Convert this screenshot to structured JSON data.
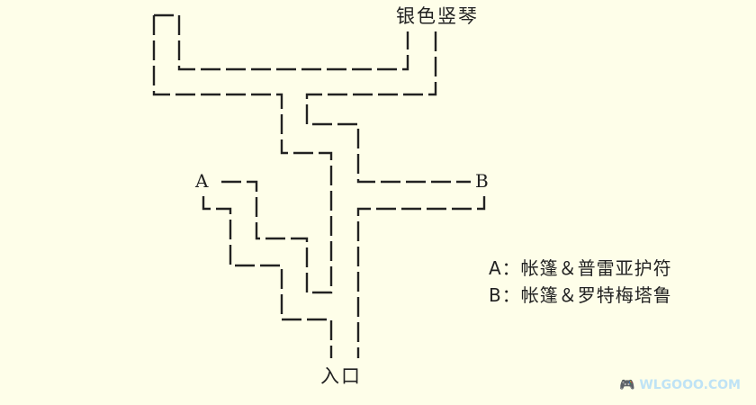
{
  "diagram": {
    "title": "银色竖琴",
    "point_a": "A",
    "point_b": "B",
    "entrance": "入口",
    "line_color": "#222222",
    "background": "#fefee9"
  },
  "legend": {
    "a": "A：帐篷＆普雷亚护符",
    "b": "B：帐篷＆罗特梅塔鲁"
  },
  "watermark": {
    "text": "WLGOOO.COM"
  }
}
